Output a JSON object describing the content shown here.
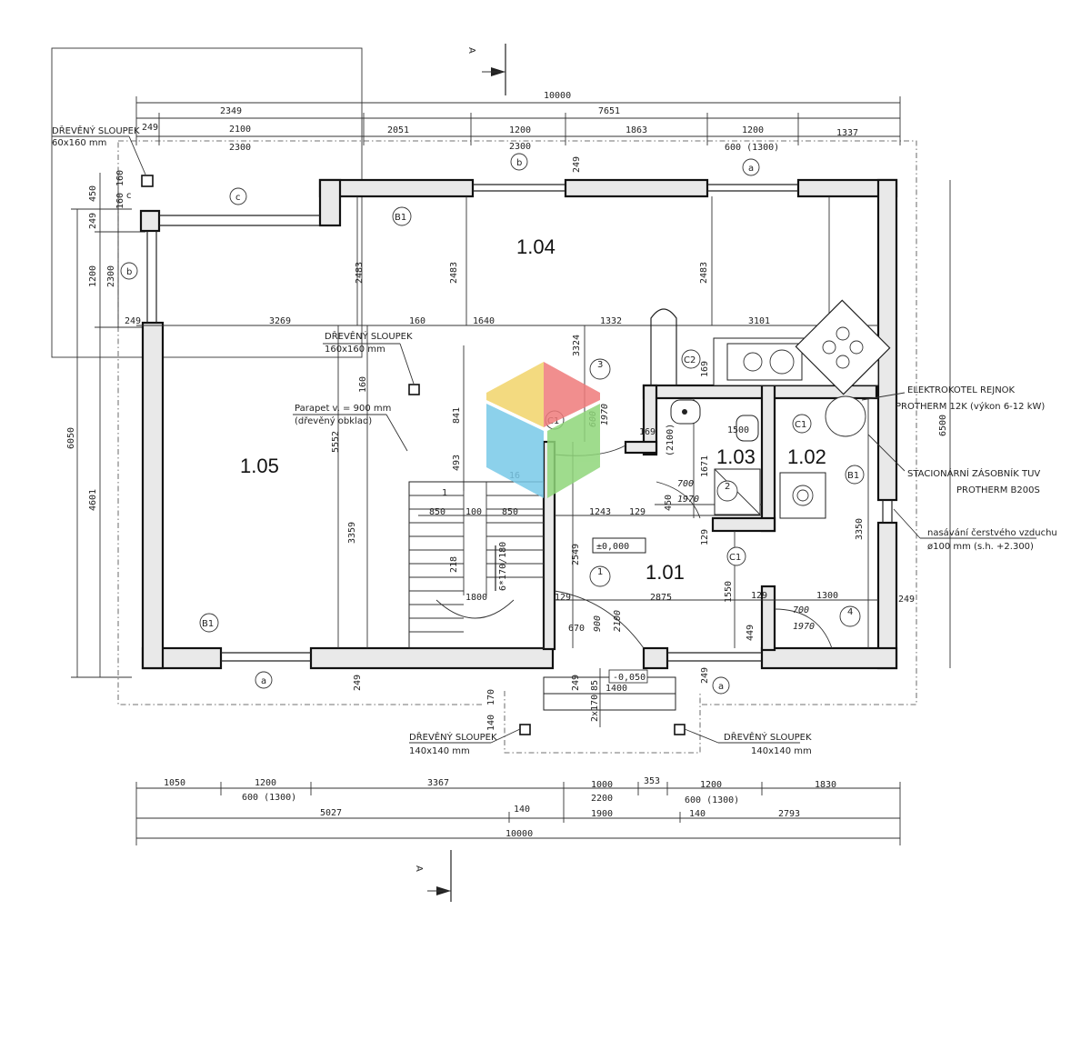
{
  "dims": {
    "top_10000": "10000",
    "top_2349": "2349",
    "top_7651": "7651",
    "top_249": "249",
    "top_2100": "2100",
    "top_2051": "2051",
    "top_1200a": "1200",
    "top_1863": "1863",
    "top_1200b": "1200",
    "top_1337": "1337",
    "top_2300a": "2300",
    "top_2300b": "2300",
    "top_600_1300": "600 (1300)",
    "left_160a": "160",
    "left_450": "450",
    "left_160b": "160",
    "left_249": "249",
    "left_2300": "2300",
    "left_1200": "1200",
    "left_6050": "6050",
    "left_4601": "4601",
    "row_249": "249",
    "row_3269": "3269",
    "row_160": "160",
    "row_1640": "1640",
    "row_1332": "1332",
    "row_3101": "3101",
    "v_2483a": "2483",
    "v_2483b": "2483",
    "v_2483c": "2483",
    "v_5552": "5552",
    "v_3359": "3359",
    "v_841": "841",
    "v_493": "493",
    "v_160": "160",
    "v_3324": "3324",
    "v_249": "249",
    "v_169a": "169",
    "v_1671": "1671",
    "v_2549": "2549",
    "v_1550": "1550",
    "v_449": "449",
    "v_3350": "3350",
    "v_6500": "6500",
    "v_129a": "129",
    "v_450": "450",
    "h_850a": "850",
    "h_100": "100",
    "h_850b": "850",
    "h_1243": "1243",
    "h_129a": "129",
    "h_129b": "129",
    "h_2875": "2875",
    "h_129c": "129",
    "h_1300": "1300",
    "h_249r": "249",
    "h_670": "670",
    "h_1500": "1500",
    "h_169b": "169",
    "stair_1": "1",
    "stair_16": "16",
    "stair_1800": "1800",
    "stair_218": "218",
    "stair_6x170": "6*170/180",
    "b_1050": "1050",
    "b_1200a": "1200",
    "b_3367": "3367",
    "b_1000": "1000",
    "b_353": "353",
    "b_1200b": "1200",
    "b_1830": "1830",
    "b_600a": "600 (1300)",
    "b_2200": "2200",
    "b_600b": "600 (1300)",
    "b_5027": "5027",
    "b_140a": "140",
    "b_1900": "1900",
    "b_140b": "140",
    "b_2793": "2793",
    "b_10000": "10000",
    "e_249a": "249",
    "e_2x170": "2x170",
    "e_85": "85",
    "e_1400": "1400",
    "e_249b": "249",
    "e_170": "170",
    "e_140": "140",
    "e_249c": "249"
  },
  "doors": {
    "d1_w": "600",
    "d1_h": "1970",
    "d2_w": "700",
    "d2_h": "1970",
    "d3_w": "900",
    "d3_h": "2100",
    "d4_w": "700",
    "d4_h": "1970",
    "d5_h": "(2100)"
  },
  "levels": {
    "floor": "±0,000",
    "entry": "-0,050"
  },
  "rooms": {
    "r101": "1.01",
    "r102": "1.02",
    "r103": "1.03",
    "r104": "1.04",
    "r105": "1.05"
  },
  "tags": {
    "a1": "a",
    "a2": "a",
    "a3": "a",
    "b1": "b",
    "b2": "b",
    "c1": "c",
    "c2": "c",
    "B1_1": "B1",
    "B1_2": "B1",
    "B1_3": "B1",
    "C1_1": "C1",
    "C1_2": "C1",
    "C1_3": "C1",
    "C2": "C2",
    "n1": "1",
    "n2": "2",
    "n3": "3",
    "n4": "4",
    "n_1": "1"
  },
  "notes": {
    "col1_title": "DŘEVĚNÝ SLOUPEK",
    "col1_size": "60x160 mm",
    "col2_title": "DŘEVĚNÝ SLOUPEK",
    "col2_size": "160x160 mm",
    "parapet_1": "Parapet v. = 900 mm",
    "parapet_2": "(dřevěný obklad)",
    "boiler_1": "ELEKTROKOTEL REJNOK",
    "boiler_2": "PROTHERM 12K (výkon 6-12 kW)",
    "tank_1": "STACIONÁRNÍ ZÁSOBNÍK TUV",
    "tank_2": "PROTHERM B200S",
    "air_1": "nasávání čerstvého vzduchu",
    "air_2": "ø100 mm (s.h. +2.300)",
    "col3_title": "DŘEVĚNÝ SLOUPEK",
    "col3_size": "140x140 mm",
    "col4_title": "DŘEVĚNÝ SLOUPEK",
    "col4_size": "140x140 mm"
  },
  "section": {
    "top": "A",
    "bottom": "A"
  },
  "watermark_colors": [
    "#f2d46b",
    "#ef7b7b",
    "#79c9e8",
    "#8fd67a"
  ]
}
